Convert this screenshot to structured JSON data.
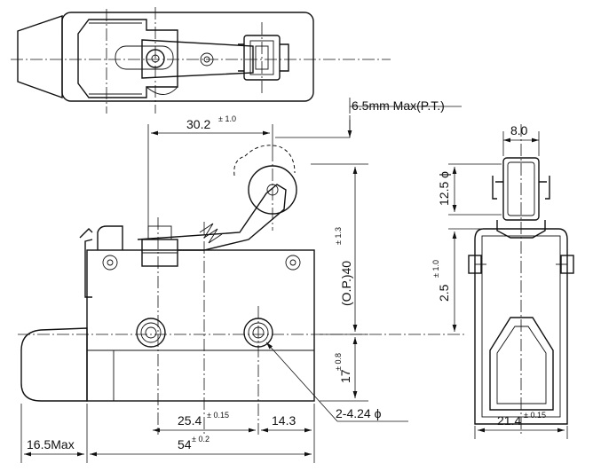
{
  "dimensions": {
    "roller_offset": {
      "value": "30.2",
      "tol": "± 1.0"
    },
    "pretravel": {
      "value": "6.5mm Max(P.T.)"
    },
    "op_height": {
      "value": "(O.P.)40",
      "tol": "± 1.3"
    },
    "mount_height": {
      "value": "17",
      "tol": "± 0.8"
    },
    "hole_pitch": {
      "value": "25.4",
      "tol": "± 0.15"
    },
    "hole_edge": {
      "value": "14.3"
    },
    "holes": {
      "value": "2-4.24 ϕ"
    },
    "plunger_cap": {
      "value": "16.5Max"
    },
    "body_length": {
      "value": "54",
      "tol": "± 0.2"
    },
    "roller_width": {
      "value": "8.0"
    },
    "roller_dia": {
      "value": "12.5 ϕ"
    },
    "lever_pivot": {
      "value": "2.5",
      "tol": "± 1.0"
    },
    "body_width": {
      "value": "21.4",
      "tol": "± 0.15"
    }
  }
}
